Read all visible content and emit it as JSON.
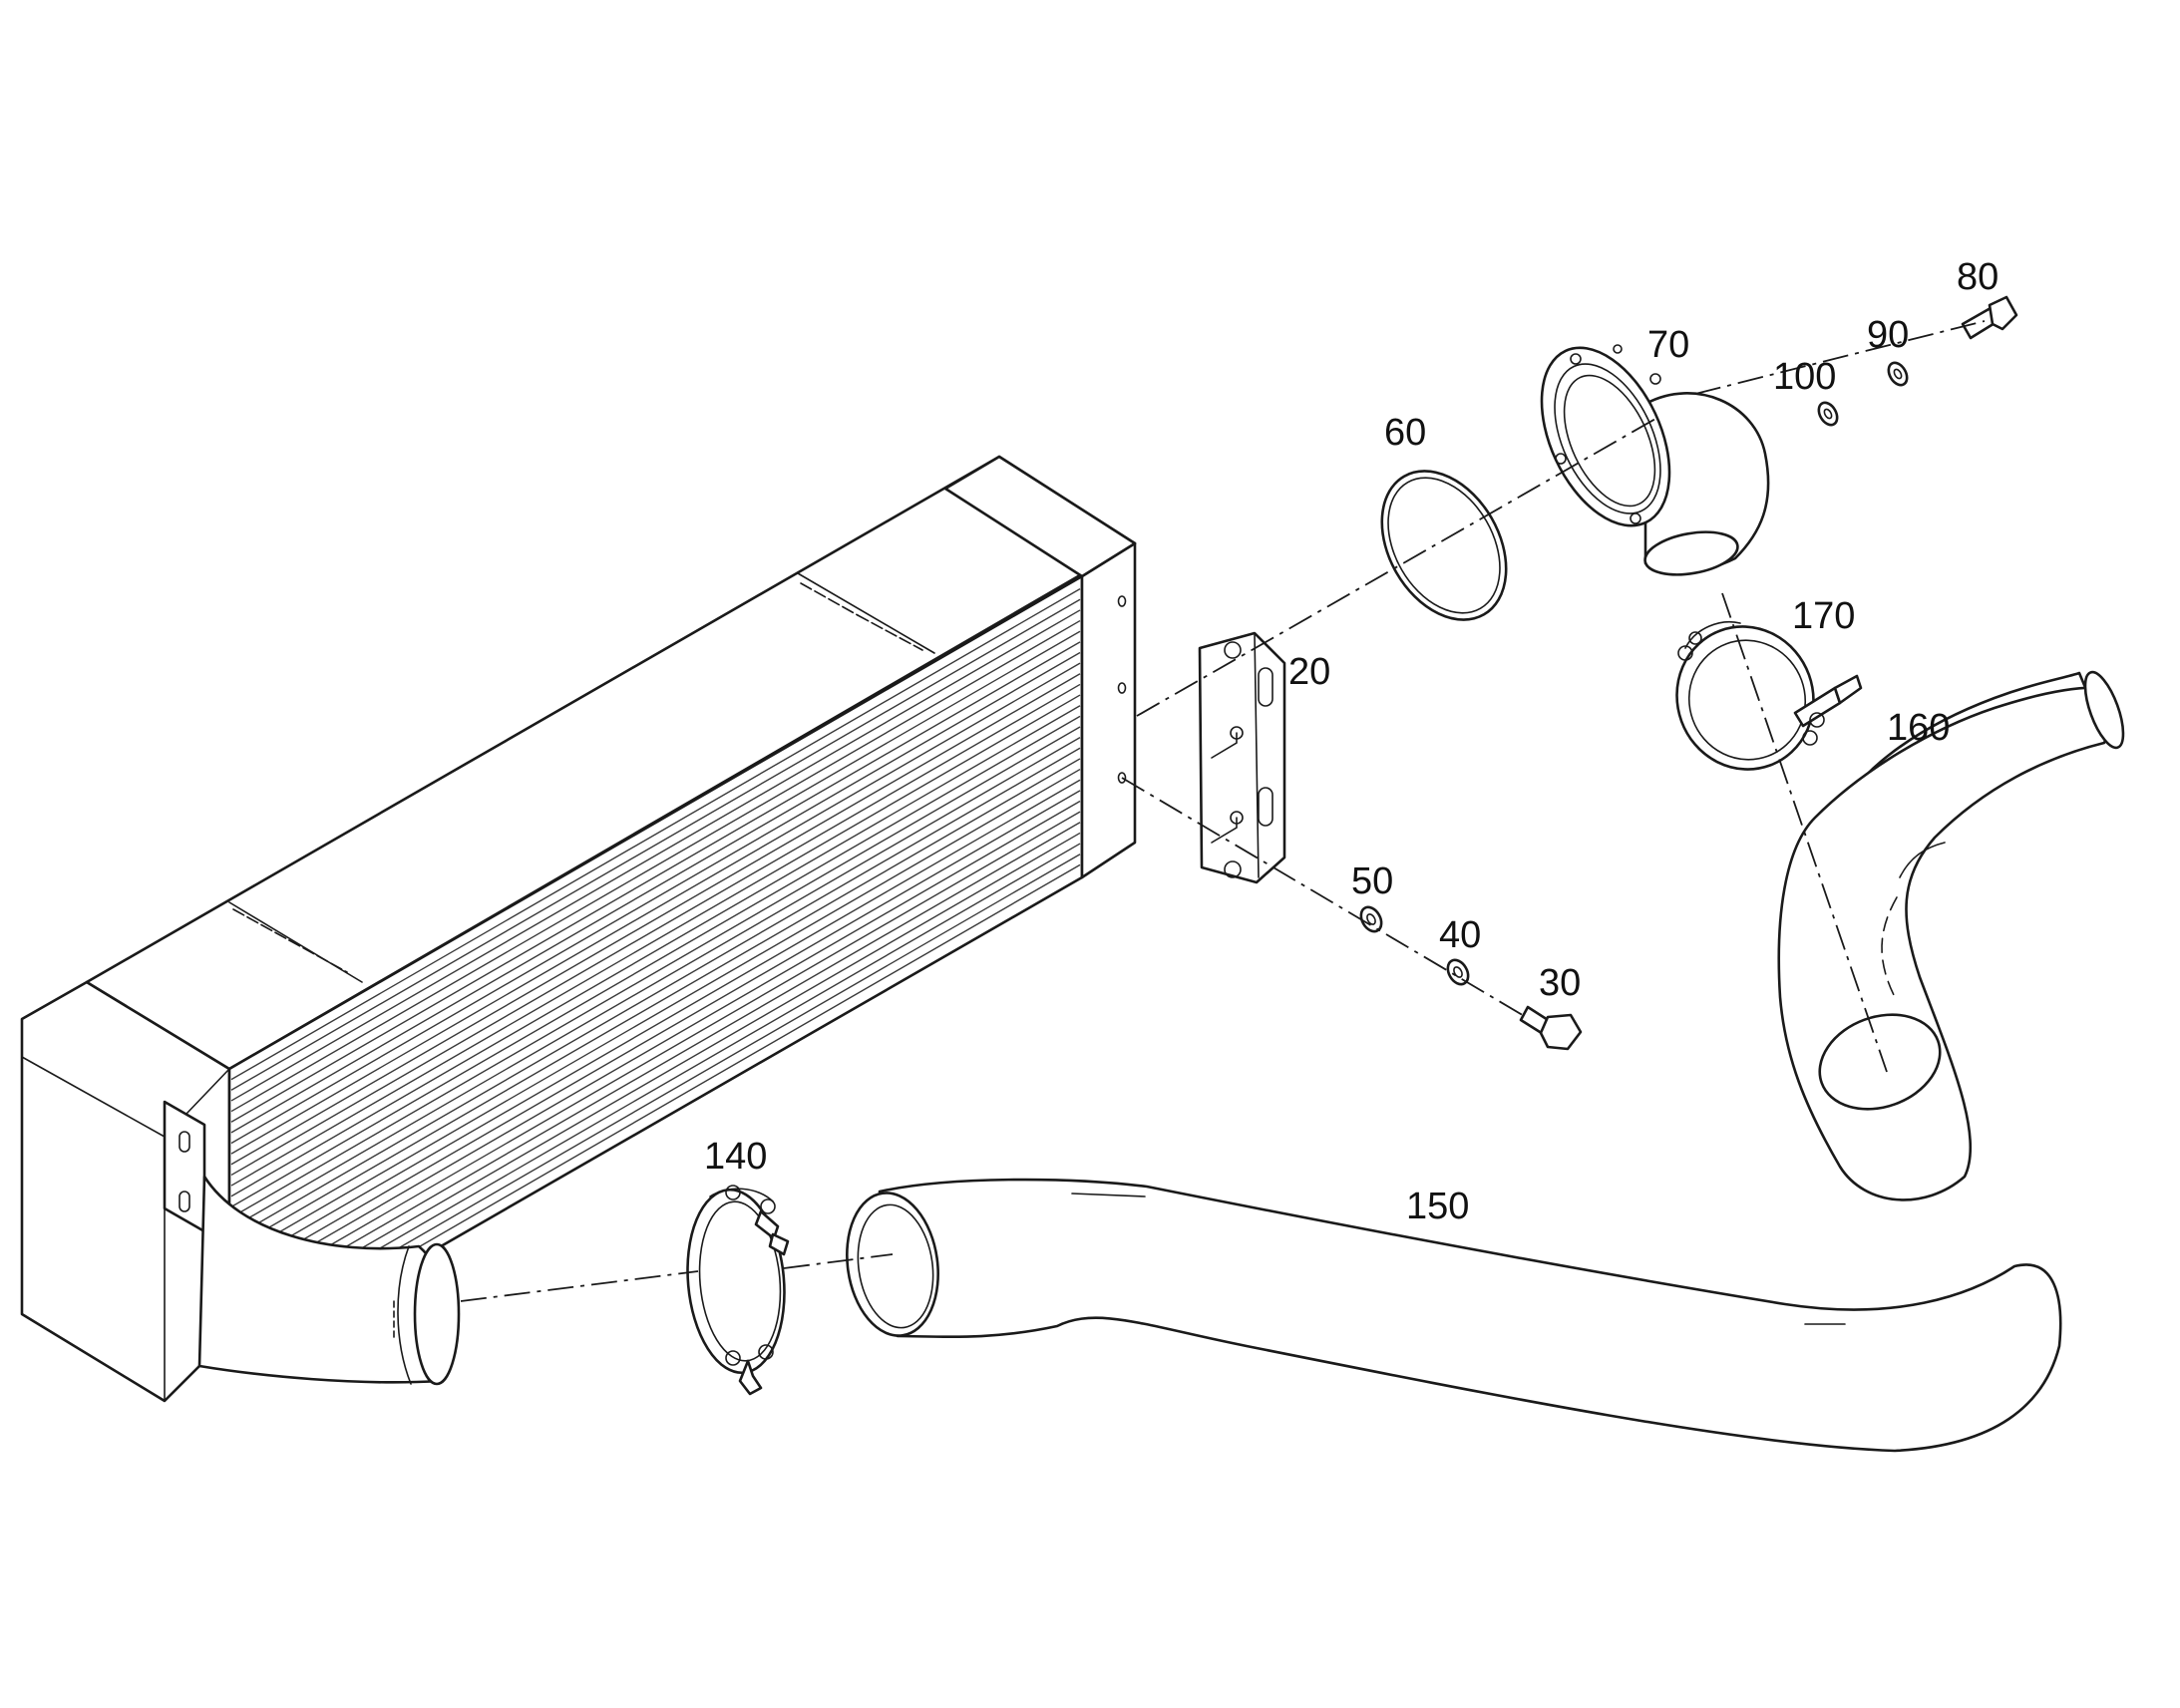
{
  "callouts": {
    "c20": "20",
    "c30": "30",
    "c40": "40",
    "c50": "50",
    "c60": "60",
    "c70": "70",
    "c80": "80",
    "c90": "90",
    "c100": "100",
    "c140": "140",
    "c150": "150",
    "c160": "160",
    "c170": "170"
  }
}
